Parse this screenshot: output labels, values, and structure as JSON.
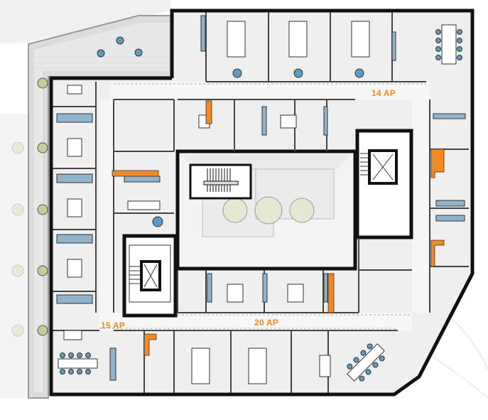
{
  "plan": {
    "type": "office floor plan",
    "colors": {
      "wall": "#111111",
      "floor": "#efefef",
      "corridor": "#f6f6f6",
      "accent_orange": "#f08a24",
      "furniture_blue": "#8fb4cc",
      "chair_blue": "#5f9ac0",
      "tree": "#c9cc98",
      "atrium": "#f3f3f3"
    },
    "zones": {
      "zone_14": {
        "label": "14 AP"
      },
      "zone_15": {
        "label": "15 AP"
      },
      "zone_20": {
        "label": "20 AP"
      }
    },
    "elements": {
      "terrace": "roof terrace",
      "atrium": "open atrium with trees",
      "stair_core_left": "stair and lift core",
      "stair_core_right": "stair and lift core",
      "stair_atrium": "atrium stair",
      "meeting_room_ne": "meeting room",
      "meeting_room_sw": "meeting room",
      "meeting_room_se": "meeting room",
      "reception_counters": 3
    }
  }
}
